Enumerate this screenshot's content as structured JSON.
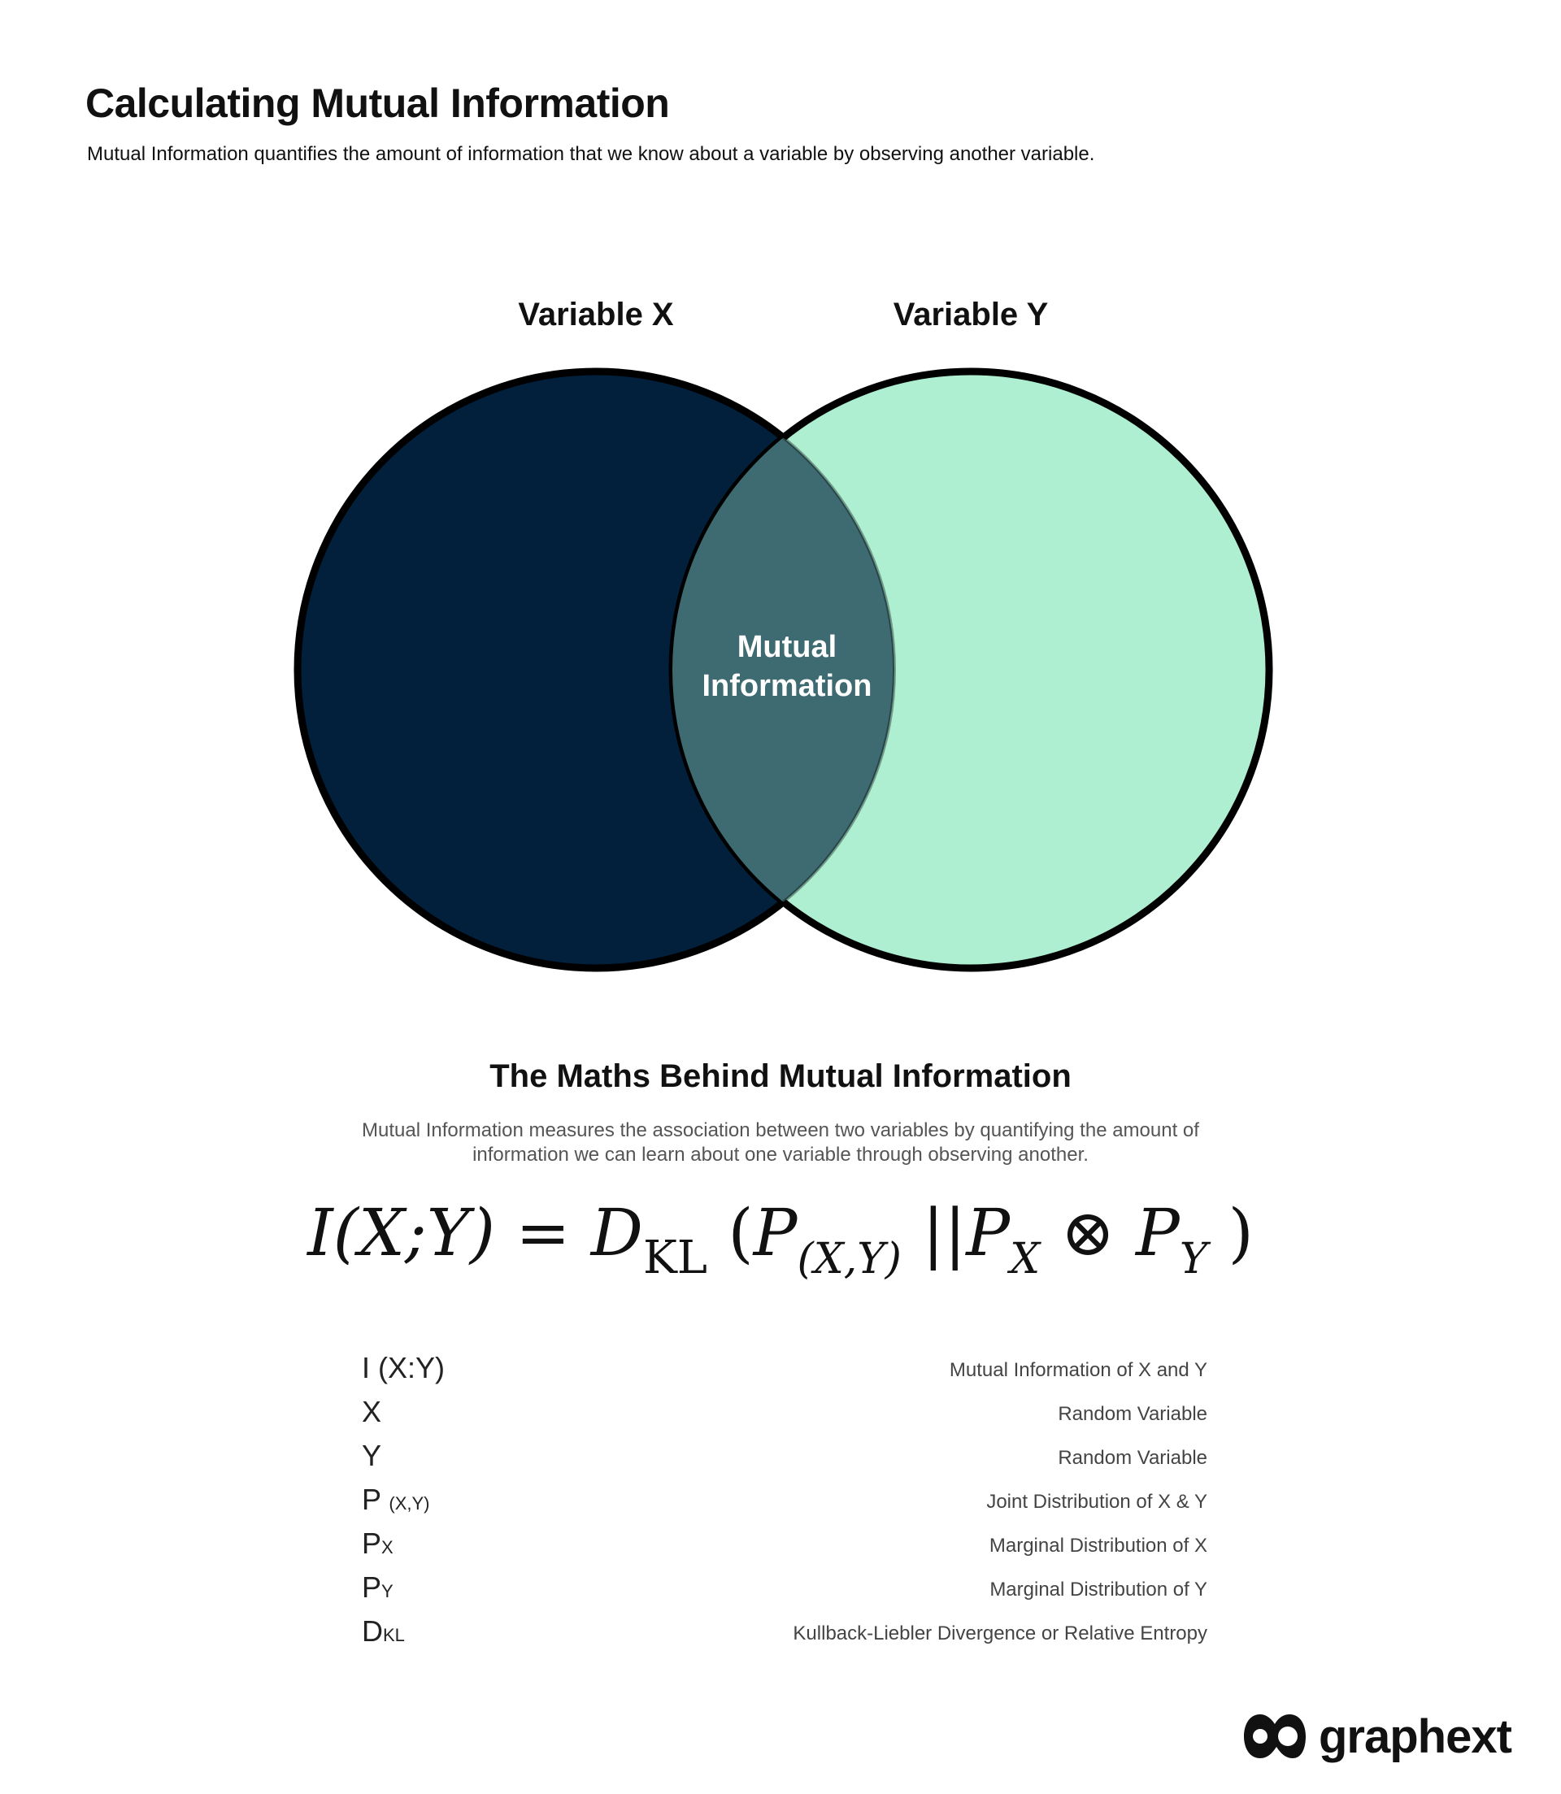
{
  "header": {
    "title": "Calculating Mutual Information",
    "subtitle": "Mutual Information quantifies the amount of information that we know about a variable by observing another variable."
  },
  "venn": {
    "left_label": "Variable X",
    "right_label": "Variable Y",
    "intersection_line1": "Mutual",
    "intersection_line2": "Information",
    "colors": {
      "left_fill": "#02203c",
      "right_fill": "#aeefd1",
      "intersection_fill": "#3e6b72",
      "outline": "#000000"
    }
  },
  "maths": {
    "title": "The Maths Behind Mutual Information",
    "description": "Mutual Information measures the association between two variables by quantifying the amount of information we can learn about one variable through observing another.",
    "formula": {
      "lhs": "I(X;Y) =",
      "d": "D",
      "d_sub": "KL",
      "p_joint": "P",
      "p_joint_sub": "(X,Y)",
      "sep": "||",
      "px": "P",
      "px_sub": "X",
      "otimes": "⊗",
      "py": "P",
      "py_sub": "Y",
      "open": "(",
      "close": ")"
    },
    "legend": [
      {
        "symbol": "I (X:Y)",
        "symbol_sub": "",
        "description": "Mutual Information of X and Y"
      },
      {
        "symbol": "X",
        "symbol_sub": "",
        "description": "Random Variable"
      },
      {
        "symbol": "Y",
        "symbol_sub": "",
        "description": "Random Variable"
      },
      {
        "symbol": "P",
        "symbol_sub": "(X,Y)",
        "description": "Joint Distribution of X & Y"
      },
      {
        "symbol": "P",
        "symbol_sub": "X",
        "description": "Marginal Distribution of X"
      },
      {
        "symbol": "P",
        "symbol_sub": "Y",
        "description": "Marginal Distribution of Y"
      },
      {
        "symbol": "D",
        "symbol_sub": "KL",
        "description": "Kullback-Liebler Divergence or Relative Entropy"
      }
    ]
  },
  "brand": {
    "name": "graphext",
    "logo_icon": "graphext-logo-icon"
  }
}
